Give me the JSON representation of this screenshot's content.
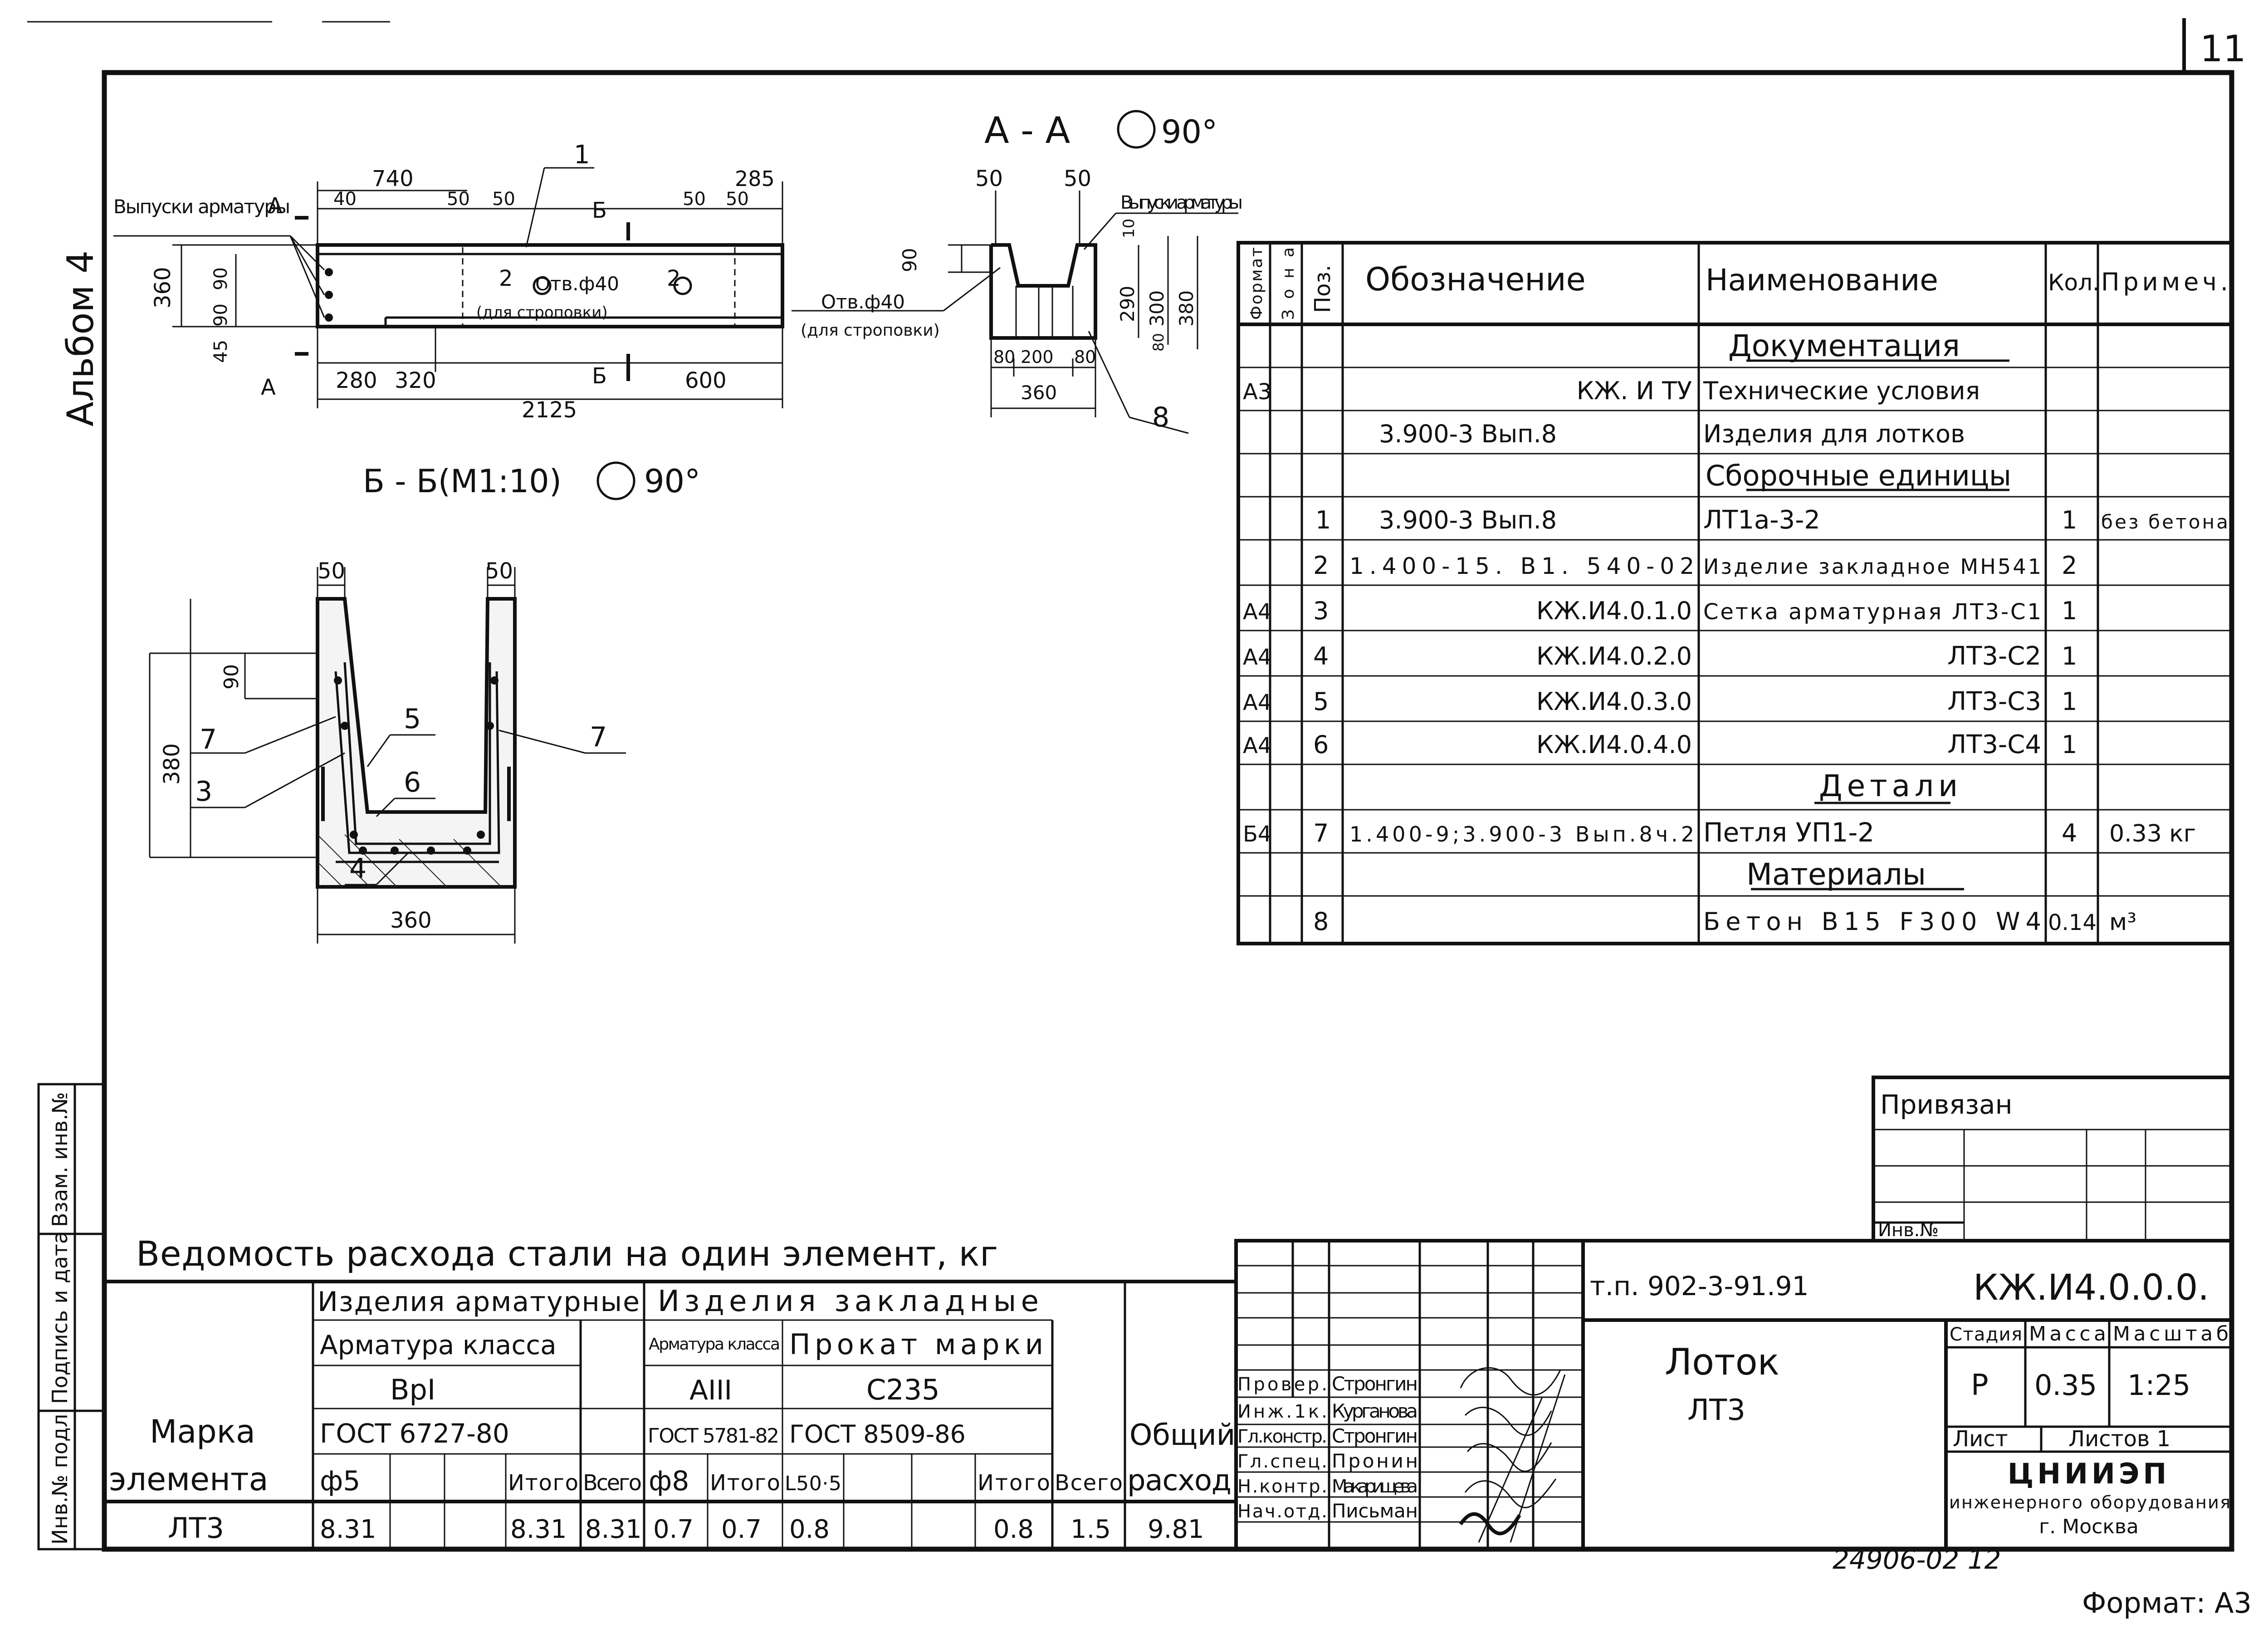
{
  "sheet": {
    "page_number": "11",
    "album": "Альбом 4",
    "format": "Формат: А3",
    "inventory": "24906-02 12"
  },
  "side_stamp": {
    "cells": [
      "Взам. инв.№",
      "Подпись и дата",
      "Инв.№ подл"
    ]
  },
  "drawings": {
    "plan": {
      "callout": "Выпуски арматуры",
      "dims_top": [
        "740",
        "40",
        "50",
        "50",
        "50",
        "50",
        "285"
      ],
      "dims_left": [
        "360",
        "45",
        "90",
        "90"
      ],
      "dims_bottom": [
        "280",
        "320",
        "600"
      ],
      "total_length": "2125",
      "hole_label": "Отв.ф40",
      "hole_note": "(для строповки)",
      "pos_marks": [
        "1",
        "2",
        "2"
      ],
      "cut_marks": [
        "А",
        "А",
        "Б",
        "Б"
      ]
    },
    "section_aa": {
      "title": "А - А",
      "angle": "90°",
      "callout": "Выпуски арматуры",
      "hole_label": "Отв.ф40",
      "hole_note": "(для строповки)",
      "dims_top": [
        "50",
        "50"
      ],
      "dims_side": [
        "90",
        "10",
        "290",
        "300",
        "380",
        "80"
      ],
      "dims_bottom": [
        "80",
        "200",
        "80"
      ],
      "width": "360",
      "pos_mark": "8"
    },
    "section_bb": {
      "title": "Б - Б(М1:10)",
      "angle": "90°",
      "dims_top": [
        "50",
        "50"
      ],
      "dims_side": [
        "90",
        "380"
      ],
      "width": "360",
      "pos_marks": [
        "7",
        "3",
        "5",
        "6",
        "4",
        "7"
      ]
    }
  },
  "spec": {
    "headers": {
      "format": "Формат",
      "zone": "Зона",
      "pos": "Поз.",
      "designation": "Обозначение",
      "name": "Наименование",
      "qty": "Кол.",
      "note": "Примеч."
    },
    "rows": [
      {
        "section": "Документация"
      },
      {
        "format": "А3",
        "pos": "",
        "designation": "КЖ. И ТУ",
        "name": "Технические условия",
        "qty": "",
        "note": ""
      },
      {
        "format": "",
        "pos": "",
        "designation": "3.900-3 Вып.8",
        "name": "Изделия для лотков",
        "qty": "",
        "note": ""
      },
      {
        "section": "Сборочные единицы"
      },
      {
        "format": "",
        "pos": "1",
        "designation": "3.900-3 Вып.8",
        "name": "ЛТ1а-3-2",
        "qty": "1",
        "note": "без бетона"
      },
      {
        "format": "",
        "pos": "2",
        "designation": "1.400-15. В1. 540-02",
        "name": "Изделие закладное МН541",
        "qty": "2",
        "note": ""
      },
      {
        "format": "А4",
        "pos": "3",
        "designation": "КЖ.И4.0.1.0",
        "name": "Сетка арматурная ЛТ3-С1",
        "qty": "1",
        "note": ""
      },
      {
        "format": "А4",
        "pos": "4",
        "designation": "КЖ.И4.0.2.0",
        "name": "ЛТ3-С2",
        "qty": "1",
        "note": ""
      },
      {
        "format": "А4",
        "pos": "5",
        "designation": "КЖ.И4.0.3.0",
        "name": "ЛТ3-С3",
        "qty": "1",
        "note": ""
      },
      {
        "format": "А4",
        "pos": "6",
        "designation": "КЖ.И4.0.4.0",
        "name": "ЛТ3-С4",
        "qty": "1",
        "note": ""
      },
      {
        "section": "Детали"
      },
      {
        "format": "Б4",
        "pos": "7",
        "designation": "1.400-9;3.900-3 Вып.8ч.2",
        "name": "Петля УП1-2",
        "qty": "4",
        "note": "0.33 кг"
      },
      {
        "section": "Материалы"
      },
      {
        "format": "",
        "pos": "8",
        "designation": "",
        "name": "Бетон В15 F300 W4",
        "qty": "0.14",
        "note": "м³"
      }
    ]
  },
  "binding": {
    "label": "Привязан",
    "inv_label": "Инв.№"
  },
  "steel": {
    "title": "Ведомость расхода стали на один элемент, кг",
    "col_mark": "Марка элемента",
    "group1": "Изделия арматурные",
    "group2": "Изделия закладные",
    "rebar_class_label": "Арматура класса",
    "rebar_class": "ВрI",
    "rebar_gost": "ГОСТ 6727-80",
    "emb_rebar_label": "Арматура класса",
    "emb_rebar_class": "АIII",
    "emb_rebar_gost": "ГОСТ 5781-82",
    "rolled_label": "Прокат марки",
    "rolled_grade": "С235",
    "rolled_gost": "ГОСТ 8509-86",
    "d1": "ф5",
    "d2": "ф8",
    "angle": "L50·5",
    "itogo": "Итого",
    "vsego": "Всего",
    "total_label": "Общий расход",
    "row": {
      "mark": "ЛТ3",
      "rebar_d5": "8.31",
      "rebar_itogo": "8.31",
      "rebar_vsego": "8.31",
      "emb_d8": "0.7",
      "emb_itogo1": "0.7",
      "emb_angle": "0.8",
      "emb_itogo2": "0.8",
      "emb_vsego": "1.5",
      "total": "9.81"
    }
  },
  "title_block": {
    "project": "т.п. 902-3-91.91",
    "code": "КЖ.И4.0.0.0.",
    "object_name": "Лоток",
    "object_mark": "ЛТ3",
    "stage_label": "Стадия",
    "mass_label": "Масса",
    "scale_label": "Масштаб",
    "stage": "Р",
    "mass": "0.35",
    "scale": "1:25",
    "sheet_label": "Лист",
    "sheets_label": "Листов 1",
    "org_name": "ЦНИИЭП",
    "org_line2": "инженерного оборудования",
    "org_city": "г. Москва",
    "people": [
      {
        "role": "Провер.",
        "name": "Стронгин"
      },
      {
        "role": "Инж.1к.",
        "name": "Курганова"
      },
      {
        "role": "Гл.констр.",
        "name": "Стронгин"
      },
      {
        "role": "Гл.спец.",
        "name": "Пронин"
      },
      {
        "role": "Н.контр.",
        "name": "Макарищева"
      },
      {
        "role": "Нач.отд.",
        "name": "Письман"
      }
    ]
  }
}
